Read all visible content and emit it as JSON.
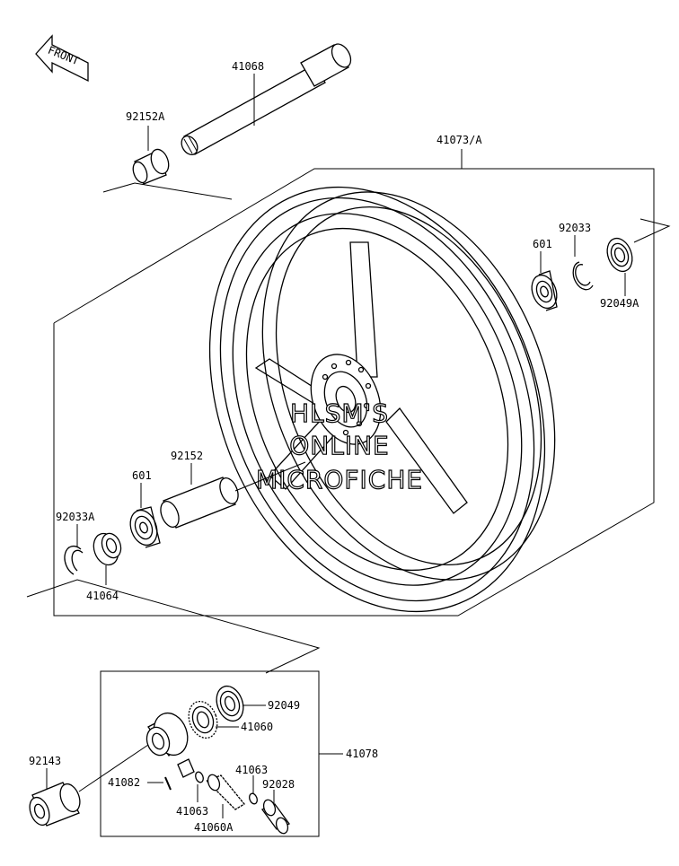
{
  "front_arrow": {
    "text": "FRONT"
  },
  "watermark": {
    "line1": "HLSM'S",
    "line2": "ONLINE",
    "line3": "MICROFICHE"
  },
  "parts": {
    "p41068": "41068",
    "p92152A": "92152A",
    "p41073A": "41073/A",
    "p92033": "92033",
    "p601_right": "601",
    "p92049A": "92049A",
    "p92152": "92152",
    "p601_left": "601",
    "p92033A": "92033A",
    "p41064": "41064",
    "p92049": "92049",
    "p41060": "41060",
    "p41078": "41078",
    "p92143": "92143",
    "p41082": "41082",
    "p41063_top": "41063",
    "p92028": "92028",
    "p41063_bottom": "41063",
    "p41060A": "41060A"
  }
}
